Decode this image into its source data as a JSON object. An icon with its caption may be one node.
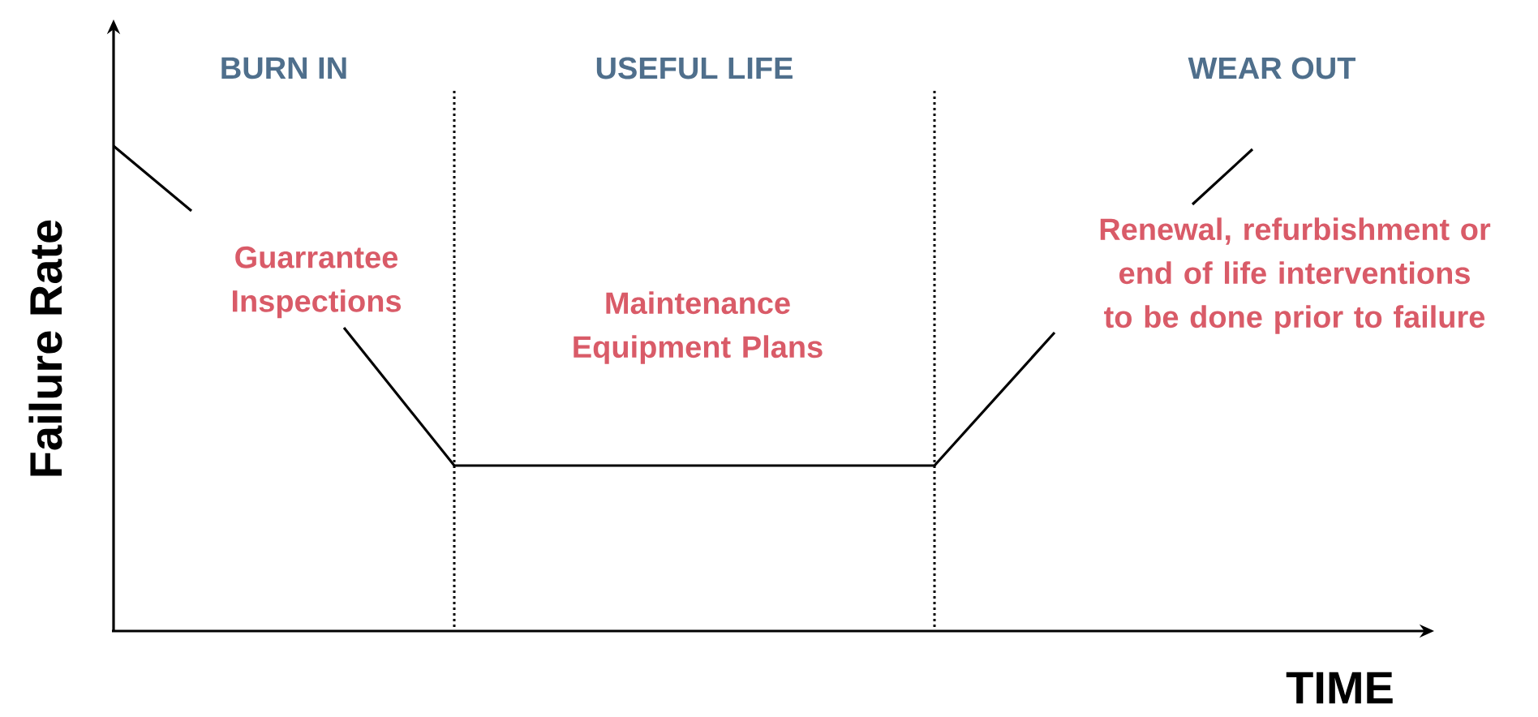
{
  "diagram": {
    "labels": [
      "BURN IN",
      "USEFUL LIFE",
      "WEAR OUT",
      "Guarrantee Inspections",
      "Maintenance Equipment Plans",
      "Renewal, refurbishment or end of life interventions to be done prior to failure",
      "Failure Rate",
      "TIME"
    ]
  }
}
